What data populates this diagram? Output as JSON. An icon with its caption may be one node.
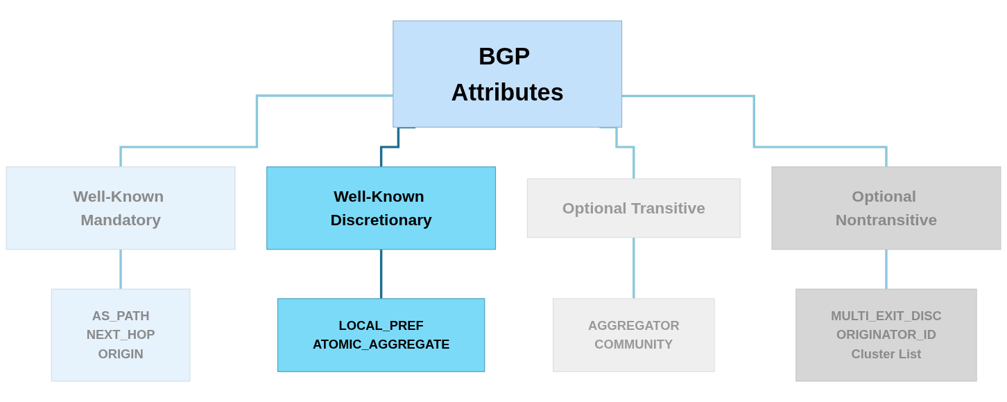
{
  "diagram": {
    "nodes": [
      {
        "text": [
          "BGP Attributes"
        ]
      },
      {
        "text": [
          "Well-Known Mandatory"
        ]
      },
      {
        "text": [
          "Well-Known Discretionary"
        ]
      },
      {
        "text": [
          "Optional Transitive"
        ]
      },
      {
        "text": [
          "Optional Nontransitive"
        ]
      },
      {
        "text": [
          "AS_PATH",
          "NEXT_HOP",
          "ORIGIN"
        ]
      },
      {
        "text": [
          "LOCAL_PREF",
          "ATOMIC_AGGREGATE"
        ]
      },
      {
        "text": [
          "AGGREGATOR",
          "COMMUNITY"
        ]
      },
      {
        "text": [
          "MULTI_EXIT_DISC",
          "ORIGINATOR_ID",
          "Cluster List"
        ]
      }
    ],
    "edges": [
      {
        "from": 0,
        "to": 1,
        "arrow": "none"
      },
      {
        "from": 0,
        "to": 2,
        "arrow": "none",
        "color": "#1f6e8c"
      },
      {
        "from": 0,
        "to": 3,
        "arrow": "none"
      },
      {
        "from": 0,
        "to": 4,
        "arrow": "none"
      },
      {
        "from": 1,
        "to": 5,
        "arrow": "none"
      },
      {
        "from": 2,
        "to": 6,
        "arrow": "none",
        "color": "#1f6e8c"
      },
      {
        "from": 3,
        "to": 7,
        "arrow": "none"
      },
      {
        "from": 4,
        "to": 8,
        "arrow": "none"
      }
    ]
  }
}
